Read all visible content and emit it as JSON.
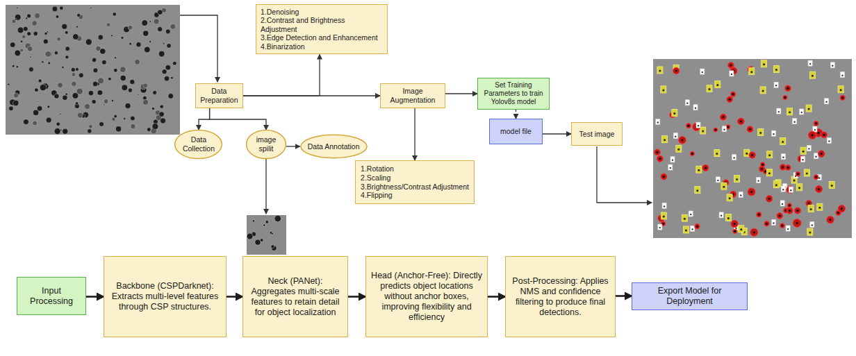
{
  "diagram": {
    "nodes": [
      {
        "text": [
          "Data Preparation"
        ]
      },
      {
        "text": [
          "1.Denoising 2.Contrast and Brightness Adjustment 3.Edge Detection and Enhancement 4.Binarization"
        ]
      },
      {
        "text": [
          "Image Augmentation"
        ]
      },
      {
        "text": [
          "Set Training Parameters to train Yolov8s model"
        ]
      },
      {
        "text": [
          "model file"
        ]
      },
      {
        "text": [
          "Test image"
        ]
      },
      {
        "text": [
          "Data Collection"
        ]
      },
      {
        "text": [
          "image spilit"
        ]
      },
      {
        "text": [
          "Data Annotation"
        ]
      },
      {
        "text": [
          "1.Rotation 2.Scaling 3.Brightness/Contrast Adjustment 4.Flipping"
        ]
      },
      {
        "text": [
          "Input Processing"
        ]
      },
      {
        "text": [
          "Backbone (CSPDarknet): Extracts multi-level features through CSP structures."
        ]
      },
      {
        "text": [
          "Neck (PANet): Aggregates multi-scale features to retain detail for object localization"
        ]
      },
      {
        "text": [
          "Head (Anchor-Free): Directly predicts object locations without anchor boxes, improving flexibility and efficiency"
        ]
      },
      {
        "text": [
          "Post-Processing: Applies NMS and confidence filtering to produce final detections."
        ]
      },
      {
        "text": [
          "Export Model for Deployment"
        ]
      }
    ],
    "edges": [
      {
        "from": 0,
        "to": 2,
        "arrow": "to"
      },
      {
        "from": 0,
        "to": 1,
        "arrow": "to"
      },
      {
        "from": 0,
        "to": 6,
        "arrow": "to"
      },
      {
        "from": 0,
        "to": 7,
        "arrow": "to"
      },
      {
        "from": 7,
        "to": 8,
        "arrow": "to"
      },
      {
        "from": 2,
        "to": 9,
        "arrow": "to"
      },
      {
        "from": 2,
        "to": 3,
        "arrow": "to"
      },
      {
        "from": 3,
        "to": 4,
        "arrow": "to"
      },
      {
        "from": 4,
        "to": 5,
        "arrow": "to"
      },
      {
        "from": 10,
        "to": 11,
        "arrow": "to"
      },
      {
        "from": 11,
        "to": 12,
        "arrow": "to"
      },
      {
        "from": 12,
        "to": 13,
        "arrow": "to"
      },
      {
        "from": 13,
        "to": 14,
        "arrow": "to"
      },
      {
        "from": 14,
        "to": 15,
        "arrow": "to"
      }
    ]
  }
}
